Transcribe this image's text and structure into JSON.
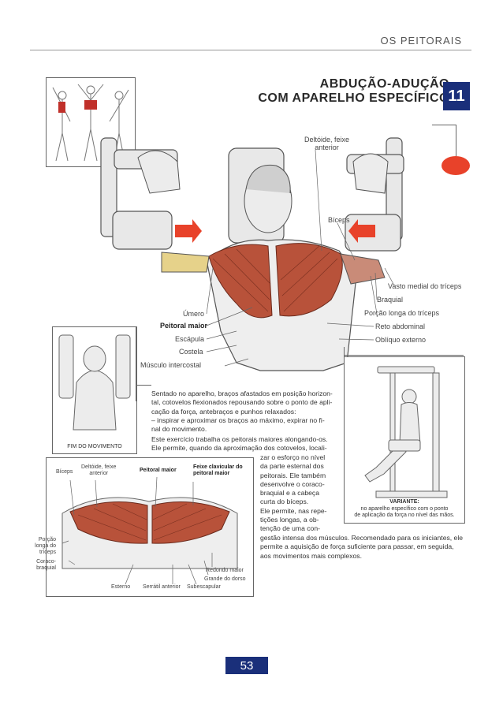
{
  "header": {
    "section": "OS PEITORAIS"
  },
  "title": {
    "line1": "ABDUÇÃO-ADUÇÃO",
    "line2": "COM APARELHO ESPECÍFICO",
    "number": "11"
  },
  "main_labels": {
    "deltoid": "Deltóide, feixe\nanterior",
    "biceps": "Bíceps",
    "vasto": "Vasto medial do tríceps",
    "braquial": "Braquial",
    "porcao": "Porção longa do tríceps",
    "reto": "Reto abdominal",
    "obliquo": "Oblíquo externo",
    "umero": "Úmero",
    "peitoral": "Peitoral maior",
    "escapula": "Escápula",
    "costela": "Costela",
    "intercostal": "Músculo intercostal"
  },
  "end_box": {
    "label": "FIM DO MOVIMENTO"
  },
  "variant": {
    "title": "VARIANTE:",
    "text": "no aparelho específico com o ponto\nde aplicação da força no nível das mãos."
  },
  "detail_labels": {
    "biceps": "Bíceps",
    "deltoid": "Deltóide, feixe\nanterior",
    "peitoral": "Peitoral maior",
    "clavicular": "Feixe clavicular do\npeitoral maior",
    "porcao": "Porção\nlonga do\ntríceps",
    "coraco": "Coraco-\nbraquial",
    "esterno": "Esterno",
    "serratil": "Serrátil anterior",
    "subescapular": "Subescapular",
    "grande_dorso": "Grande do dorso",
    "redondo": "Redondo maior"
  },
  "body": {
    "p1": "Sentado no aparelho, braços afastados em posição horizon-\ntal, cotovelos flexionados repousando sobre o ponto de apli-\ncação da força, antebraços e punhos relaxados:\n– inspirar e aproximar os braços ao máximo, expirar no fi-\nnal do movimento.",
    "p2a": "Este exercício trabalha os peitorais maiores alongando-os.\nEle permite, quando da aproximação dos cotovelos, locali-",
    "p2b": "zar o esforço no nível\nda parte esternal dos\npeitorais. Ele também\ndesenvolve o coraco-\nbraquial e a cabeça\ncurta do bíceps.\nEle permite, nas repe-\ntições longas, a ob-\ntenção de uma con-",
    "p2c": "gestão intensa dos músculos. Recomendado para os iniciantes, ele\npermite a aquisição de força suficiente para passar, em seguida,\naos movimentos mais complexos."
  },
  "page": {
    "number": "53"
  },
  "colors": {
    "accent_blue": "#1a2f7a",
    "accent_red": "#e8422a",
    "muscle": "#b8523a"
  }
}
